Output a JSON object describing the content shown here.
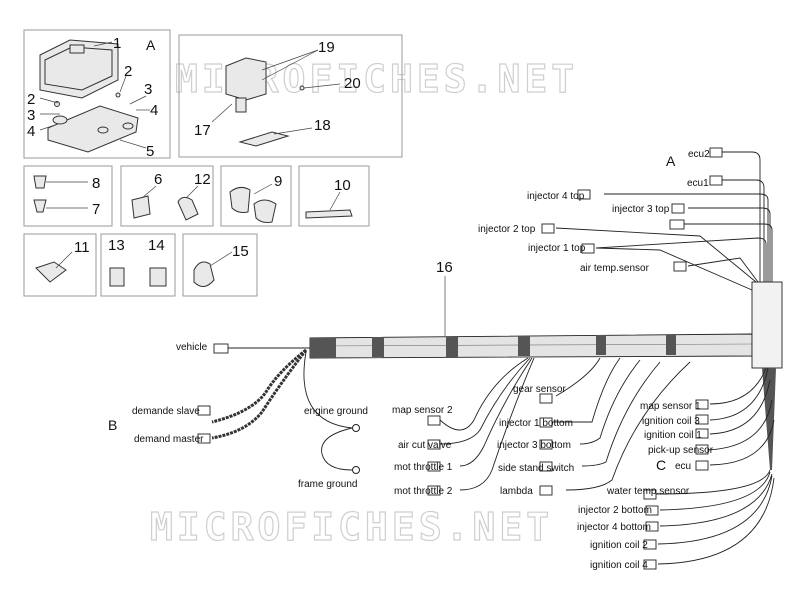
{
  "watermark": "MICROFICHES.NET",
  "section_letters": {
    "a_top": "A",
    "a_right": "A",
    "b": "B",
    "c": "C"
  },
  "part_numbers": {
    "p1": "1",
    "p2a": "2",
    "p2b": "2",
    "p3a": "3",
    "p3b": "3",
    "p4a": "4",
    "p4b": "4",
    "p5": "5",
    "p6": "6",
    "p7": "7",
    "p8": "8",
    "p9": "9",
    "p10": "10",
    "p11": "11",
    "p12": "12",
    "p13": "13",
    "p14": "14",
    "p15": "15",
    "p16": "16",
    "p17": "17",
    "p18": "18",
    "p19": "19",
    "p20": "20"
  },
  "connector_labels": {
    "ecu2": "ecu2",
    "ecu1": "ecu1",
    "injector4_top": "injector 4 top",
    "injector3_top": "injector 3 top",
    "injector2_top": "injector 2 top",
    "injector1_top": "injector 1 top",
    "air_temp_sensor": "air temp.sensor",
    "vehicle": "vehicle",
    "demande_slave": "demande slave",
    "demand_master": "demand master",
    "engine_ground": "engine ground",
    "frame_ground": "frame ground",
    "map_sensor_2": "map sensor 2",
    "air_cut_valve": "air cut valve",
    "mot_throttle_1": "mot throttle 1",
    "mot_throttle_2": "mot throttle 2",
    "gear_sensor": "gear sensor",
    "injector1_bottom": "injector 1 bottom",
    "injector3_bottom": "injector 3 bottom",
    "side_stand_switch": "side stand switch",
    "lambda": "lambda",
    "map_sensor_1": "map sensor 1",
    "ignition_coil_3": "ignition coil 3",
    "ignition_coil_1": "ignition coil 1",
    "pick_up_sensor": "pick-up sensor",
    "ecu": "ecu",
    "water_temp_sensor": "water temp.sensor",
    "injector2_bottom": "injector 2 bottom",
    "injector4_bottom": "injector 4 bottom",
    "ignition_coil_2": "ignition coil 2",
    "ignition_coil_4": "ignition coil 4"
  }
}
